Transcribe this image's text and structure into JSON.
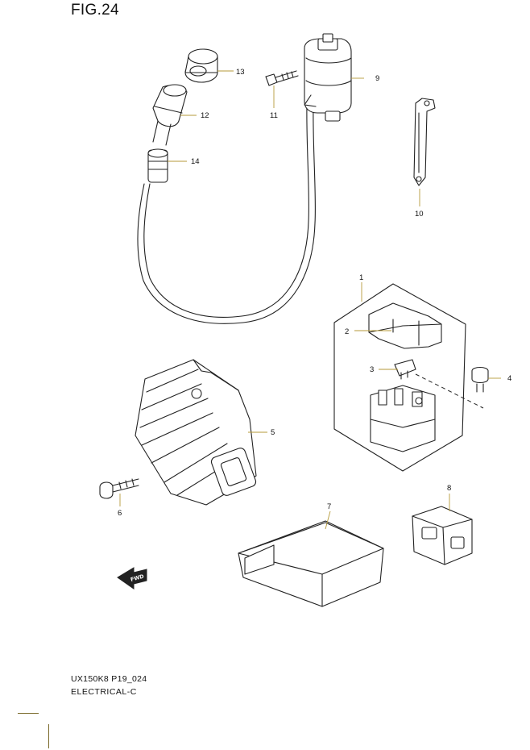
{
  "figure_title": "FIG.24",
  "drawing_code": "UX150K8 P19_024",
  "section_name": "ELECTRICAL-C",
  "fwd_label": "FWD",
  "callouts": [
    {
      "id": "c1",
      "number": "1"
    },
    {
      "id": "c2",
      "number": "2"
    },
    {
      "id": "c3",
      "number": "3"
    },
    {
      "id": "c4",
      "number": "4"
    },
    {
      "id": "c5",
      "number": "5"
    },
    {
      "id": "c6",
      "number": "6"
    },
    {
      "id": "c7",
      "number": "7"
    },
    {
      "id": "c8",
      "number": "8"
    },
    {
      "id": "c9",
      "number": "9"
    },
    {
      "id": "c10",
      "number": "10"
    },
    {
      "id": "c11",
      "number": "11"
    },
    {
      "id": "c12",
      "number": "12"
    },
    {
      "id": "c13",
      "number": "13"
    },
    {
      "id": "c14",
      "number": "14"
    }
  ],
  "colors": {
    "leader_line": "#b59a3a",
    "line_art": "#222222"
  }
}
